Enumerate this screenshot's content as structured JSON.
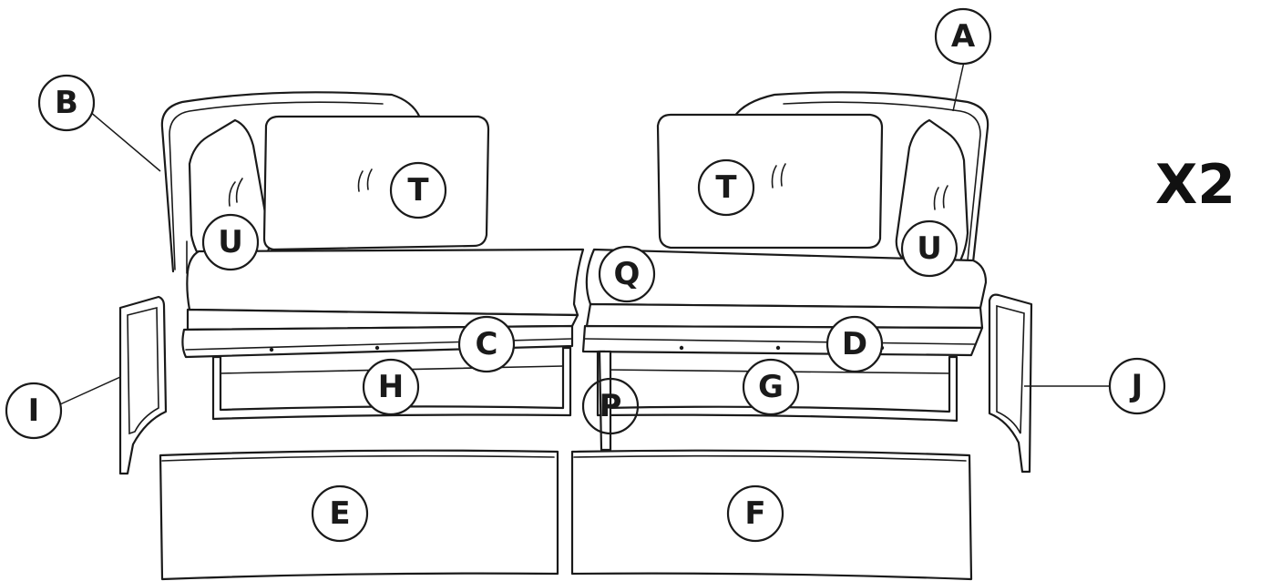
{
  "diagram": {
    "quantity_label": "X2",
    "part_labels": {
      "A": "A",
      "B": "B",
      "C": "C",
      "D": "D",
      "E": "E",
      "F": "F",
      "G": "G",
      "H": "H",
      "I": "I",
      "J": "J",
      "P": "P",
      "Q": "Q",
      "T": "T",
      "U": "U"
    }
  }
}
